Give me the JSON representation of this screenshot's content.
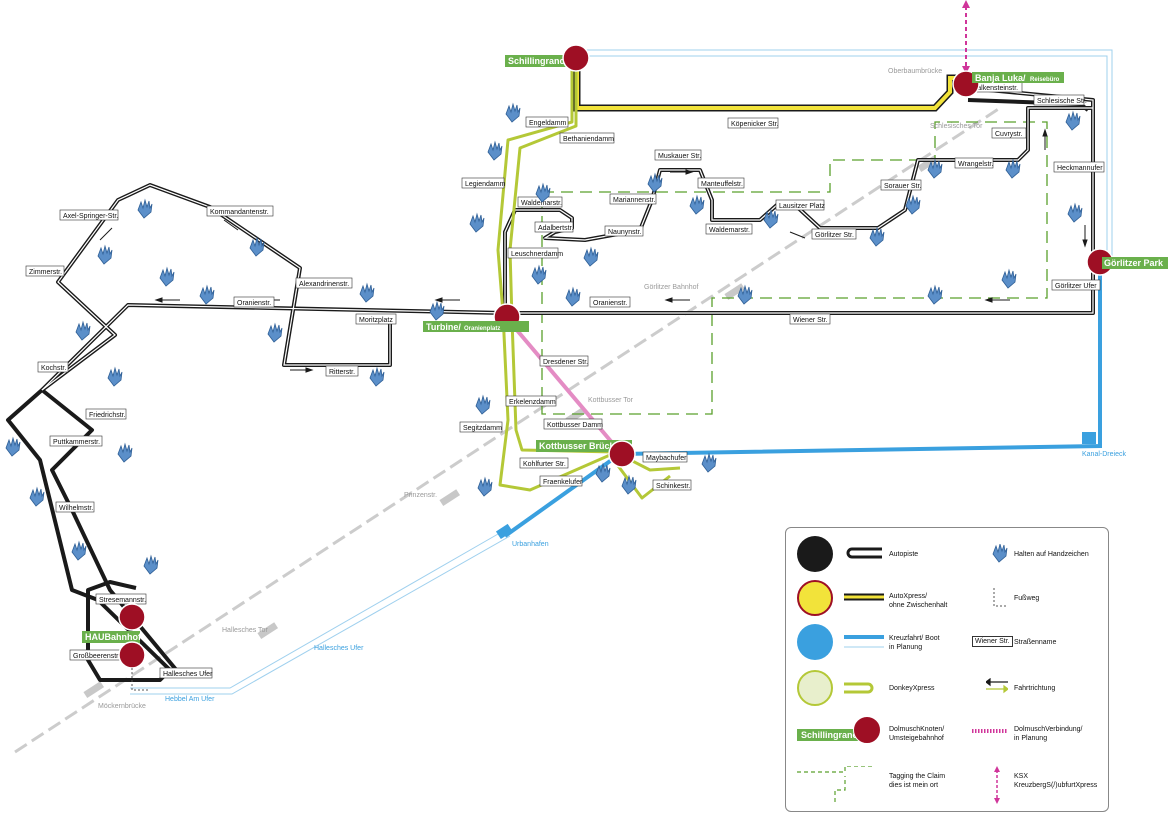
{
  "colors": {
    "auto": "#1a1a1a",
    "autoxpress": "#f2e33a",
    "boat": "#3aa0df",
    "donkey": "#b4c837",
    "hub": "#9e0f24",
    "hub_label_bg": "#6ab04c",
    "tagging": "#5aa02c",
    "dolmusch": "#d0359a",
    "gray_line": "#cccccc",
    "hand_sign": "#5b8fc9"
  },
  "hubs": {
    "schillingranch": "Schillingranch",
    "banja_luka": "Banja Luka/",
    "banja_luka_sub": "Reisebüro",
    "goerlitzer_park": "Görlitzer Park",
    "turbine": "Turbine/",
    "turbine_sub": "Oranienplatz",
    "kottbusser_bruecke": "Kottbusser Brücke",
    "haubahnhof": "HAUBahnhof"
  },
  "streets": {
    "axel_springer": "Axel-Springer-Str.",
    "kommandanten": "Kommandantenstr.",
    "zimmer": "Zimmerstr.",
    "alexandrinen": "Alexandrinenstr.",
    "oranien_w": "Oranienstr.",
    "moritzplatz": "Moritzplatz",
    "ritter": "Ritterstr.",
    "koch": "Kochstr.",
    "friedrich": "Friedrichstr.",
    "puttkammer": "Puttkammerstr.",
    "wilhelm": "Wilhelmstr.",
    "stresemann": "Stresemannstr.",
    "grossbeeren": "Großbeerenstr.",
    "hallesches_ufer": "Hallesches Ufer",
    "engeldamm": "Engeldamm",
    "bethaniendamm": "Bethaniendamm",
    "koepenicker": "Köpenicker Str.",
    "legiendamm": "Legiendamm",
    "waldemar_w": "Waldemarstr.",
    "adalbert": "Adalbertstr.",
    "naunyn": "Naunynstr.",
    "leuschnerdamm": "Leuschnerdamm",
    "muskauer": "Muskauer Str.",
    "mariannen": "Mariannenstr.",
    "manteuffel": "Manteuffelstr.",
    "waldemar_e": "Waldemarstr.",
    "lausitzer": "Lausitzer Platz",
    "goerlitzer_str": "Görlitzer Str.",
    "sorauer": "Sorauer Str.",
    "wrangel": "Wrangelstr.",
    "cuvry": "Cuvrystr.",
    "schlesische": "Schlesische Str.",
    "falkenstein": "Falkensteinstr.",
    "heckmannufer": "Heckmannufer",
    "goerlitzer_ufer": "Görlitzer Ufer",
    "wiener": "Wiener Str.",
    "oranien_e": "Oranienstr.",
    "dresdener": "Dresdener Str.",
    "erkelenzdamm": "Erkelenzdamm",
    "segitzdamm": "Segitzdamm",
    "kottbusser_damm": "Kottbusser Damm",
    "kohlfurter": "Kohlfurter Str.",
    "fraenkelufer": "Fraenkelufer",
    "maybachufer": "Maybachufer",
    "schinke": "Schinkestr."
  },
  "places_gray": {
    "oberbaumbruecke": "Oberbaumbrücke",
    "schlesisches_tor": "Schlesisches Tor",
    "goerlitzer_bahnhof": "Görlitzer Bahnhof",
    "kottbusser_tor": "Kottbusser Tor",
    "prinzenstr": "Prinzenstr.",
    "hallesches_tor": "Hallesches Tor",
    "moeckernbruecke": "Möckernbrücke"
  },
  "places_blue": {
    "urbanhafen": "Urbanhafen",
    "kanal_dreieck": "Kanal-Dreieck",
    "hallesches_ufer_water": "Hallesches Ufer",
    "hebbel": "Hebbel Am Ufer"
  },
  "legend": {
    "autopiste": "Autopiste",
    "handzeichen": "Halten auf Handzeichen",
    "autoxpress_1": "AutoXpress/",
    "autoxpress_2": "ohne Zwischenhalt",
    "fussweg": "Fußweg",
    "kreuzfahrt_1": "Kreuzfahrt/ Boot",
    "kreuzfahrt_2": "in Planung",
    "wiener_sample": "Wiener Str.",
    "strassenname": "Straßenname",
    "donkeyxpress": "DonkeyXpress",
    "fahrtrichtung": "Fahrtrichtung",
    "hub_sample": "Schillingranch",
    "knoten_1": "DolmuschKnoten/",
    "knoten_2": "Umsteigebahnhof",
    "verbindung_1": "DolmuschVerbindung/",
    "verbindung_2": "in Planung",
    "tagging_1": "Tagging the Claim",
    "tagging_2": "dies ist mein ort",
    "ksx_1": "KSX",
    "ksx_2": "KreuzbergS(/)ubfurtXpress"
  }
}
